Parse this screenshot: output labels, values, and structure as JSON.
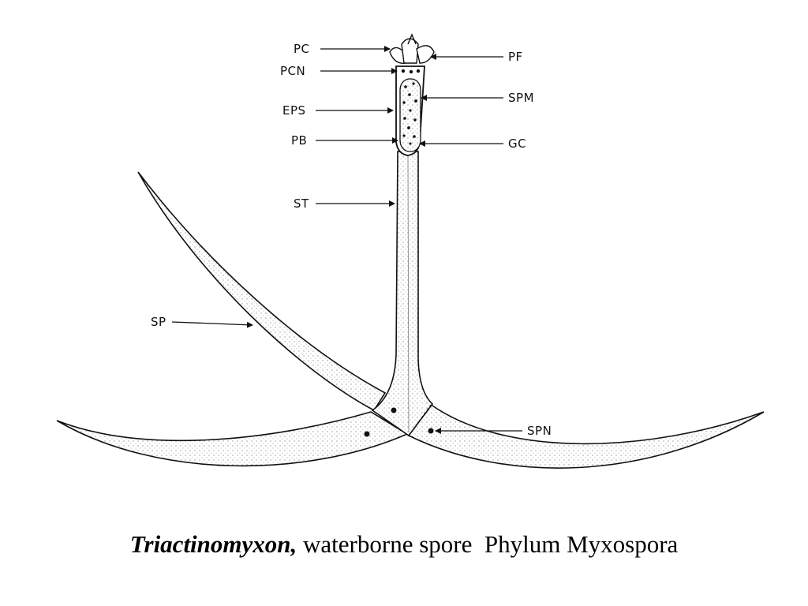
{
  "labels": {
    "pc": "PC",
    "pcn": "PCN",
    "eps": "EPS",
    "pb": "PB",
    "st": "ST",
    "sp": "SP",
    "pf": "PF",
    "spm": "SPM",
    "gc": "GC",
    "spn": "SPN"
  },
  "caption": {
    "genus": "Triactinomyxon,",
    "rest": " waterborne spore  Phylum Myxospora"
  },
  "colors": {
    "ink": "#111111",
    "stipple": "#9a9a9a"
  }
}
